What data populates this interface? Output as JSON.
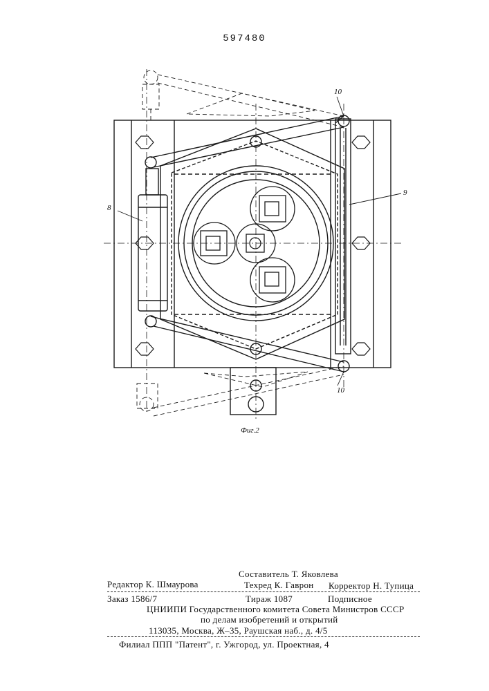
{
  "header": {
    "patent_number": "597480"
  },
  "figure": {
    "caption": "Фиг.2",
    "labels": {
      "cylinder": "8",
      "rod": "9",
      "lever_top": "10",
      "lever_bottom": "10"
    }
  },
  "footer": {
    "compiler": "Составитель Т. Яковлева",
    "editor": "Редактор К. Шмаурова",
    "tech_editor": "Техред К. Гаврон",
    "corrector": "Корректор Н. Тупица",
    "order": "Заказ 1586/7",
    "circulation": "Тираж 1087",
    "subscription": "Подписное",
    "org_line1": "ЦНИИПИ Государственного комитета Совета Министров СССР",
    "org_line2": "по делам изобретений и открытий",
    "address": "113035, Москва, Ж–35, Раушская наб., д. 4/5",
    "branch": "Филиал ППП \"Патент\", г. Ужгород, ул. Проектная, 4"
  }
}
